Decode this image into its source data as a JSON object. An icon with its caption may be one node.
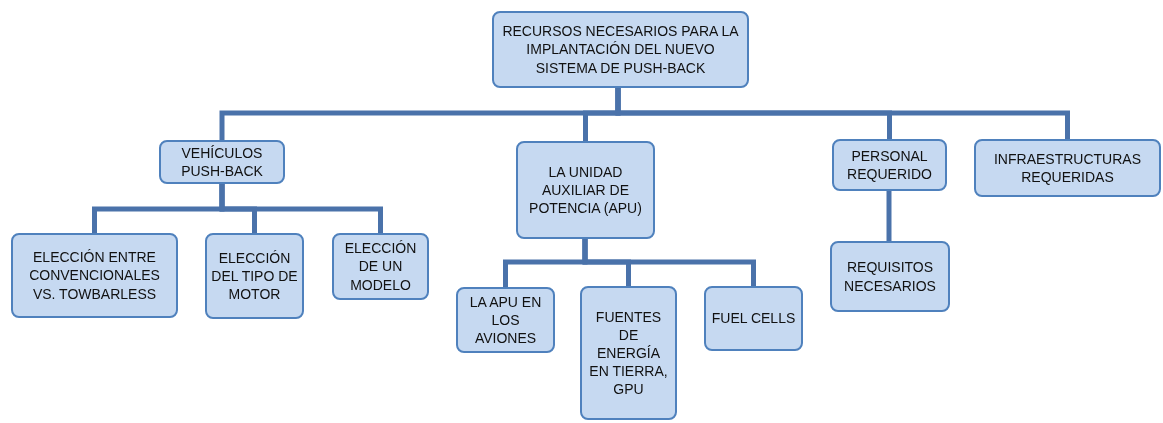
{
  "diagram": {
    "nodes": [
      {
        "text": [
          "RECURSOS NECESARIOS PARA LA IMPLANTACIÓN DEL NUEVO SISTEMA DE PUSH-BACK"
        ]
      },
      {
        "text": [
          "VEHÍCULOS PUSH-BACK"
        ]
      },
      {
        "text": [
          "LA UNIDAD AUXILIAR DE POTENCIA (APU)"
        ]
      },
      {
        "text": [
          "PERSONAL REQUERIDO"
        ]
      },
      {
        "text": [
          "INFRAESTRUCTURAS REQUERIDAS"
        ]
      },
      {
        "text": [
          "ELECCIÓN ENTRE CONVENCIONALES VS. TOWBARLESS"
        ]
      },
      {
        "text": [
          "ELECCIÓN DEL TIPO DE MOTOR"
        ]
      },
      {
        "text": [
          "ELECCIÓN DE UN MODELO"
        ]
      },
      {
        "text": [
          "LA APU EN LOS AVIONES"
        ]
      },
      {
        "text": [
          "FUENTES DE ENERGÍA EN TIERRA, GPU"
        ]
      },
      {
        "text": [
          "FUEL CELLS"
        ]
      },
      {
        "text": [
          "REQUISITOS NECESARIOS"
        ]
      }
    ],
    "edges": [
      {
        "from": 0,
        "to": 1,
        "arrow": "none"
      },
      {
        "from": 0,
        "to": 2,
        "arrow": "none"
      },
      {
        "from": 0,
        "to": 3,
        "arrow": "none"
      },
      {
        "from": 0,
        "to": 4,
        "arrow": "none"
      },
      {
        "from": 1,
        "to": 5,
        "arrow": "none"
      },
      {
        "from": 1,
        "to": 6,
        "arrow": "none"
      },
      {
        "from": 1,
        "to": 7,
        "arrow": "none"
      },
      {
        "from": 2,
        "to": 8,
        "arrow": "none"
      },
      {
        "from": 2,
        "to": 9,
        "arrow": "none"
      },
      {
        "from": 2,
        "to": 10,
        "arrow": "none"
      },
      {
        "from": 3,
        "to": 11,
        "arrow": "none"
      }
    ]
  }
}
